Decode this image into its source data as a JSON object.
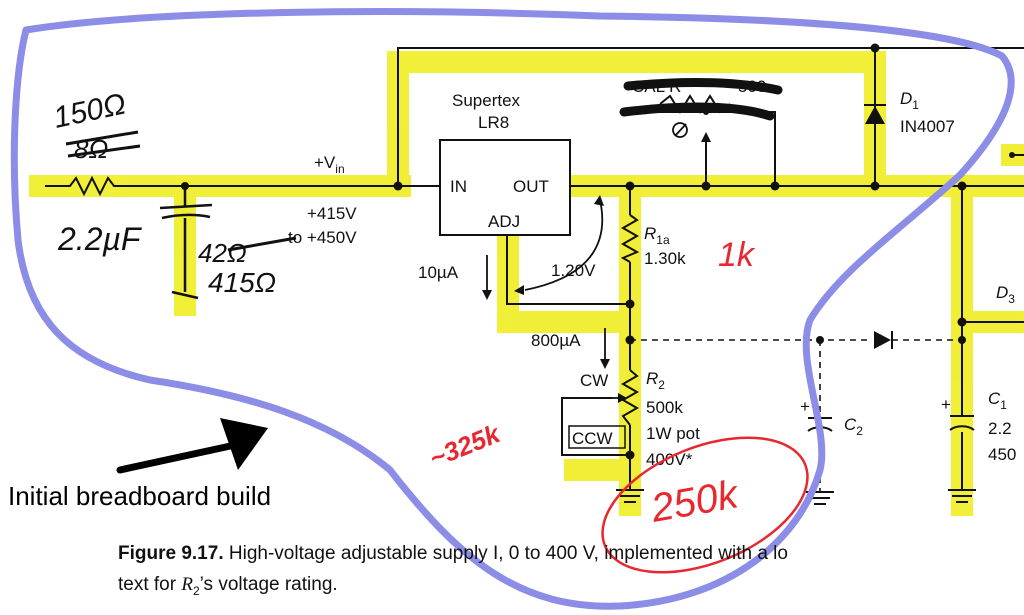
{
  "colors": {
    "highlight": "#f0ee2c",
    "outline_pen": "#8b8de6",
    "red_pen": "#e8282e",
    "ink": "#111111"
  },
  "labels": {
    "ic_brand": "Supertex",
    "ic_part": "LR8",
    "pin_in": "IN",
    "pin_out": "OUT",
    "pin_adj": "ADJ",
    "vin_prefix": "+V",
    "vin_sub": "in",
    "vin_v1": "+415V",
    "vin_v2": "to +450V",
    "i_adj": "10µA",
    "v_ref": "1.20V",
    "r1a_name": "R",
    "r1a_sub": "1a",
    "r1a_value": "1.30k",
    "i_div": "800µA",
    "cw": "CW",
    "ccw": "CCW",
    "r2_name": "R",
    "r2_sub": "2",
    "r2_value": "500k",
    "r2_power": "1W pot",
    "r2_rating": "400V*",
    "d1_name": "D",
    "d1_sub": "1",
    "d1_part": "IN4007",
    "d3_name": "D",
    "d3_sub": "3",
    "c2_name": "C",
    "c2_sub": "2",
    "c1_name": "C",
    "c1_sub": "1",
    "c1_value": "2.2",
    "c1_rating": "450",
    "plus": "+",
    "crossed_label": "CAL  R",
    "crossed_value": "500"
  },
  "handwritten": {
    "res_top": "150Ω",
    "res_crossed": "8Ω",
    "cap_value": "2.2µF",
    "res_crossed_2": "42Ω",
    "res_bottom": "415Ω",
    "r1a_new": "1k",
    "r2_measured_1": "~325k",
    "r2_measured_2": "250k"
  },
  "annotation": {
    "note": "Initial breadboard build"
  },
  "caption": {
    "figure_num": "Figure 9.17.",
    "line1": "High-voltage adjustable supply I, 0 to 400 V, implemented with a lo",
    "line2_prefix": "text for ",
    "line2_symbol": "R",
    "line2_sub": "2",
    "line2_suffix": "’s voltage rating."
  }
}
